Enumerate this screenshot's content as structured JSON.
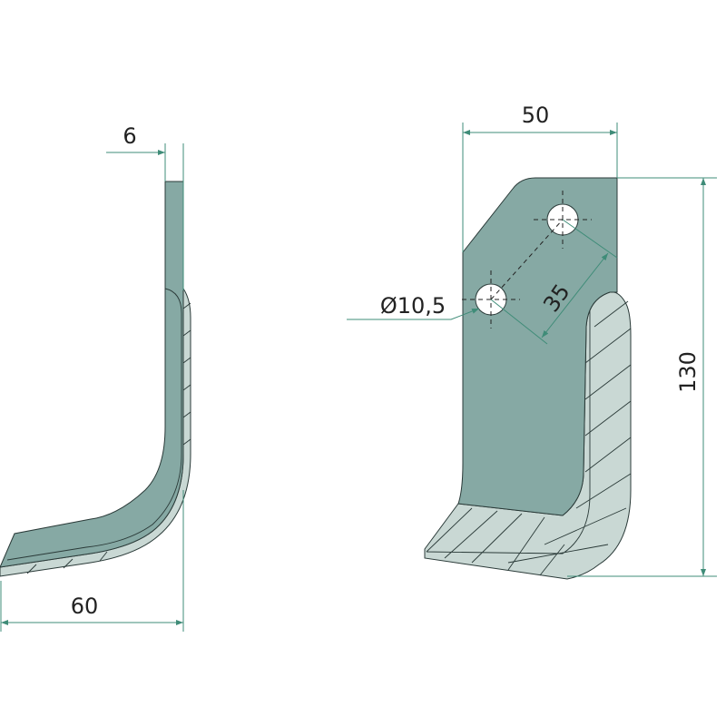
{
  "dimensions": {
    "thickness": "6",
    "length": "60",
    "width": "50",
    "height": "130",
    "hole_diameter": "Ø10,5",
    "hole_spacing": "35"
  },
  "colors": {
    "blade": "#86a9a4",
    "edge": "#c9d8d4",
    "dimension_line": "#3f8c78"
  }
}
